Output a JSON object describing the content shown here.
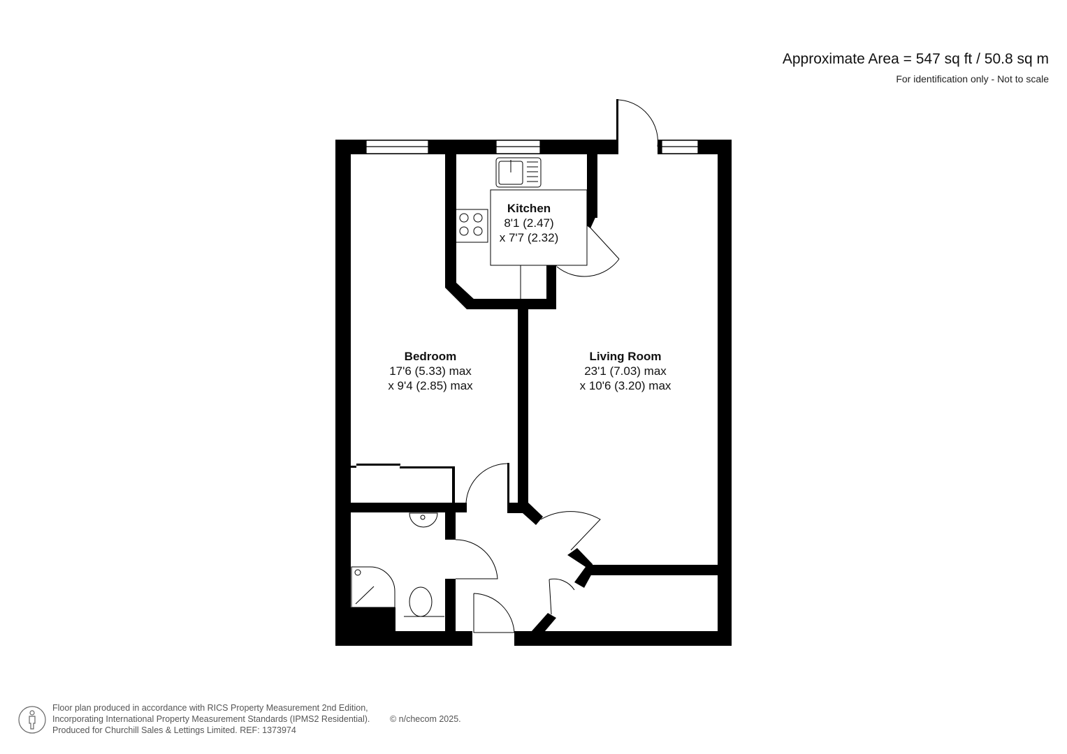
{
  "header": {
    "area": "Approximate Area = 547 sq ft / 50.8 sq m",
    "disclaimer": "For identification only - Not to scale"
  },
  "rooms": [
    {
      "name": "Kitchen",
      "dim1": "8'1 (2.47)",
      "dim2": "x 7'7 (2.32)"
    },
    {
      "name": "Bedroom",
      "dim1": "17'6 (5.33) max",
      "dim2": "x 9'4 (2.85) max"
    },
    {
      "name": "Living Room",
      "dim1": "23'1 (7.03) max",
      "dim2": "x 10'6 (3.20) max"
    }
  ],
  "footer": {
    "line1": "Floor plan produced in accordance with RICS Property Measurement 2nd Edition,",
    "line2": "Incorporating International Property Measurement Standards (IPMS2 Residential).",
    "line3": "Produced for Churchill Sales & Lettings Limited.   REF: 1373974",
    "copyright": "© n/checom 2025.",
    "icon": "person-measure-icon"
  },
  "colors": {
    "wall": "#000000",
    "background": "#ffffff",
    "text": "#1a1a1a",
    "footer_text": "#555555"
  }
}
